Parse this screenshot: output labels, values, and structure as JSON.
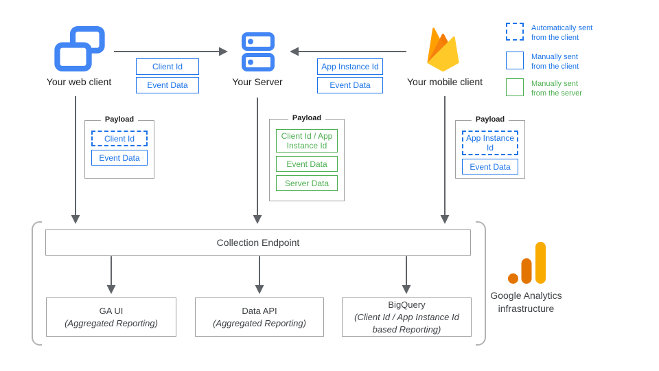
{
  "nodes": {
    "web_client": "Your web client",
    "server": "Your Server",
    "mobile_client": "Your mobile client"
  },
  "flow_labels": {
    "web_to_server": [
      "Client Id",
      "Event Data"
    ],
    "mobile_to_server": [
      "App Instance Id",
      "Event Data"
    ]
  },
  "legend": [
    {
      "line1": "Automatically sent",
      "line2": "from the client",
      "style": "dashed-blue"
    },
    {
      "line1": "Manually sent",
      "line2": "from the client",
      "style": "solid-blue"
    },
    {
      "line1": "Manually sent",
      "line2": "from the server",
      "style": "solid-green"
    }
  ],
  "payloads": {
    "web": {
      "title": "Payload",
      "items": [
        {
          "text": "Client Id",
          "style": "dashed-blue"
        },
        {
          "text": "Event Data",
          "style": "solid-blue"
        }
      ]
    },
    "server": {
      "title": "Payload",
      "items": [
        {
          "text": "Client Id / App Instance Id",
          "style": "solid-green"
        },
        {
          "text": "Event Data",
          "style": "solid-green"
        },
        {
          "text": "Server Data",
          "style": "solid-green"
        }
      ]
    },
    "mobile": {
      "title": "Payload",
      "items": [
        {
          "text": "App Instance Id",
          "style": "dashed-blue"
        },
        {
          "text": "Event Data",
          "style": "solid-blue"
        }
      ]
    }
  },
  "infrastructure": {
    "endpoint": "Collection Endpoint",
    "outputs": [
      {
        "title": "GA UI",
        "subtitle": "(Aggregated Reporting)"
      },
      {
        "title": "Data API",
        "subtitle": "(Aggregated Reporting)"
      },
      {
        "title": "BigQuery",
        "subtitle": "(Client Id / App Instance Id based Reporting)"
      }
    ],
    "caption_line1": "Google Analytics",
    "caption_line2": "infrastructure"
  },
  "colors": {
    "blue": "#1A73E8",
    "icon_blue": "#4285F4",
    "green": "#4CAF50",
    "arrow_gray": "#5F6368",
    "box_border_gray": "#9E9E9E",
    "bracket_gray": "#B3B3B3",
    "ga_orange": "#E37400",
    "ga_amber": "#F9AB00"
  }
}
